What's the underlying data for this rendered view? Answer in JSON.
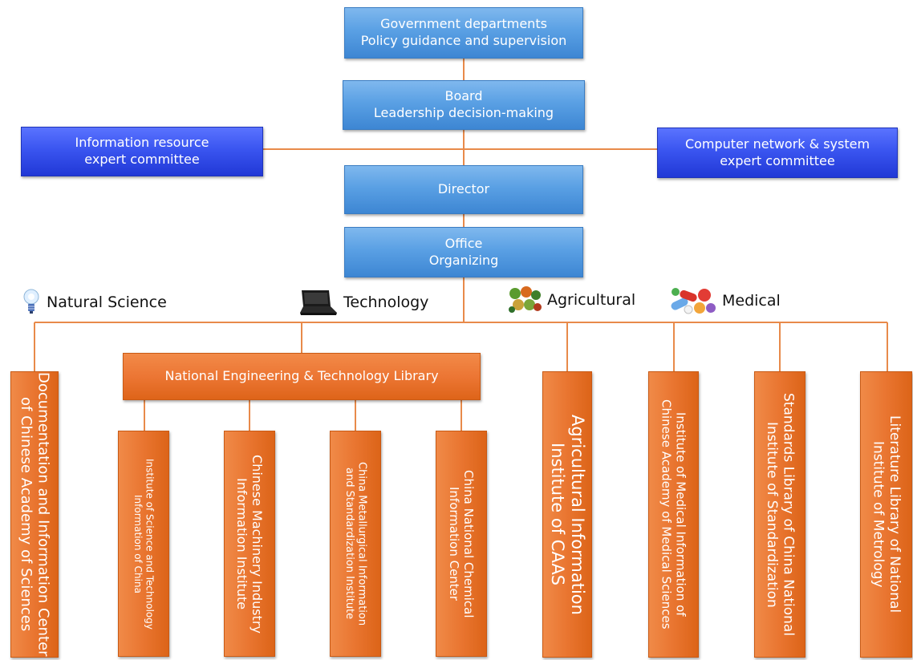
{
  "top_nodes": {
    "government": {
      "line1": "Government departments",
      "line2": "Policy guidance and supervision"
    },
    "board": {
      "line1": "Board",
      "line2": "Leadership decision-making"
    },
    "info_committee": {
      "line1": "Information resource",
      "line2": "expert committee"
    },
    "network_committee": {
      "line1": "Computer network & system",
      "line2": "expert committee"
    },
    "director": {
      "line1": "Director"
    },
    "office": {
      "line1": "Office",
      "line2": "Organizing"
    }
  },
  "categories": [
    {
      "label": "Natural Science",
      "icon": "light-bulb-icon"
    },
    {
      "label": "Technology",
      "icon": "laptop-icon"
    },
    {
      "label": "Agricultural",
      "icon": "food-icon"
    },
    {
      "label": "Medical",
      "icon": "pills-icon"
    }
  ],
  "netl": {
    "label": "National Engineering & Technology Library"
  },
  "netl_members": [
    {
      "line1": "Institute of Science and Technology",
      "line2": "Information of China"
    },
    {
      "line1": "Chinese Machinery Industry",
      "line2": "Information Institute"
    },
    {
      "line1": "China Metallurgical Information",
      "line2": "and Standardization Institute"
    },
    {
      "line1": "China National Chemical",
      "line2": "Information Center"
    }
  ],
  "libraries": [
    {
      "line1": "Documentation and Information Center",
      "line2": "of Chinese Academy of Sciences"
    },
    {
      "line1": "Agricultural Information",
      "line2": "Institute of CAAS"
    },
    {
      "line1": "Institute of Medical Information of",
      "line2": "Chinese Academy of Medical Sciences"
    },
    {
      "line1": "Standards Library of China National",
      "line2": "Institute of Standardization"
    },
    {
      "line1": "Literature Library of National",
      "line2": "Institute of Metrology"
    }
  ],
  "colors": {
    "connector": "#e88a4a",
    "light_blue": "#5aa0e4",
    "dark_blue": "#3a55f0",
    "orange": "#e97530"
  }
}
